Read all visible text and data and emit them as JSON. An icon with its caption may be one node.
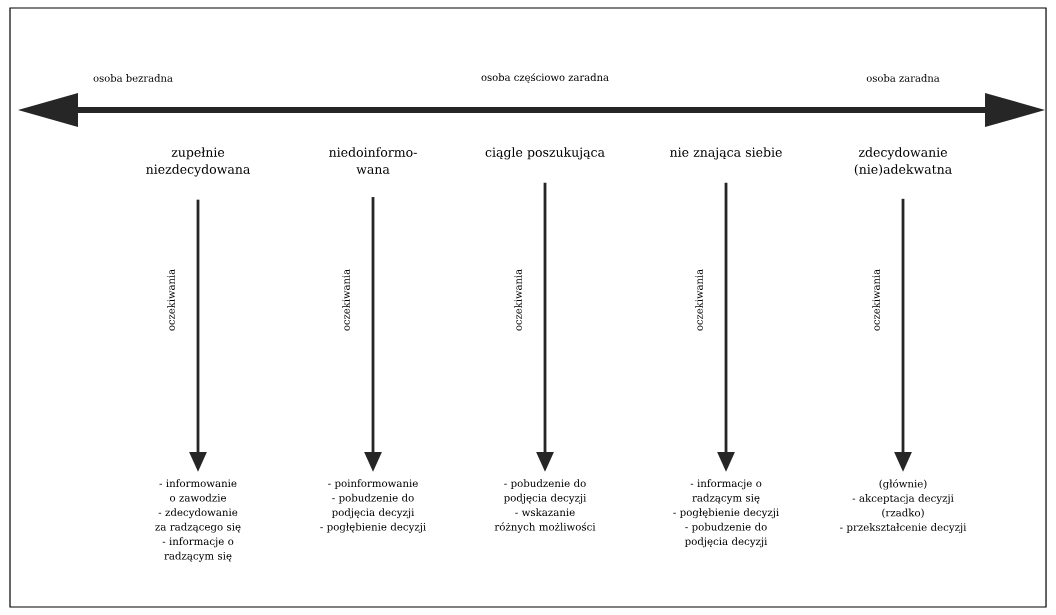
{
  "diagram": {
    "nodes": [
      {
        "text": [
          "zupełnie niezdecydowana"
        ]
      },
      {
        "text": [
          "niedoinformo- wana"
        ]
      },
      {
        "text": [
          "ciągle poszukująca"
        ]
      },
      {
        "text": [
          "nie znająca siebie"
        ]
      },
      {
        "text": [
          "zdecydowanie (nie)adekwatna"
        ]
      },
      {
        "text": [
          "- informowanie o zawodzie",
          "- zdecydowanie za radzącego się",
          "- informacje o radzącym się"
        ]
      },
      {
        "text": [
          "- poinformowanie",
          "- pobudzenie do podjęcia decyzji",
          "- pogłębienie decyzji"
        ]
      },
      {
        "text": [
          "- pobudzenie do podjęcia decyzji",
          "- wskazanie różnych możliwości"
        ]
      },
      {
        "text": [
          "- informacje o radzącym się",
          "- pogłębienie decyzji",
          "- pobudzenie do podjęcia decyzji"
        ]
      },
      {
        "text": [
          "(głównie)",
          "- akceptacja decyzji",
          "(rzadko)",
          "- przekształcenie decyzji"
        ]
      }
    ],
    "edges": [
      {
        "from": 0,
        "to": 5,
        "arrow": "to",
        "label": "oczekiwania"
      },
      {
        "from": 1,
        "to": 6,
        "arrow": "to",
        "label": "oczekiwania"
      },
      {
        "from": 2,
        "to": 7,
        "arrow": "to",
        "label": "oczekiwania"
      },
      {
        "from": 3,
        "to": 8,
        "arrow": "to",
        "label": "oczekiwania"
      },
      {
        "from": 4,
        "to": 9,
        "arrow": "to",
        "label": "oczekiwania"
      }
    ],
    "labels": [
      "osoba bezradna",
      "osoba częściowo zaradna",
      "osoba zaradna"
    ]
  }
}
